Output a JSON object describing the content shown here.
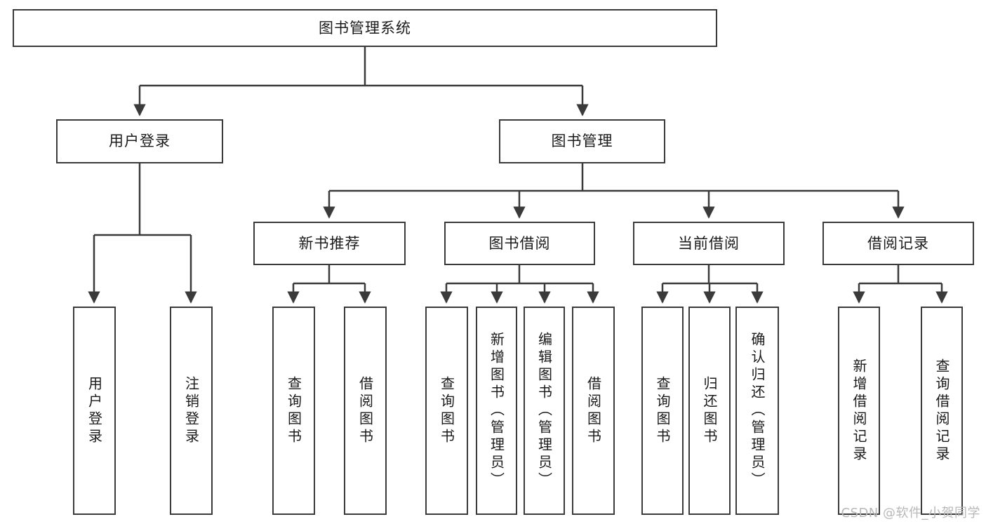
{
  "diagram": {
    "type": "hierarchy-tree",
    "title": "图书管理系统",
    "watermark": "CSDN @软件_小贺同学",
    "colors": {
      "background": "#ffffff",
      "stroke": "#3a3a3a",
      "text": "#1a1a1a",
      "watermark": "#b8b8b8"
    },
    "root": {
      "label": "图书管理系统"
    },
    "level2": [
      {
        "label": "用户登录"
      },
      {
        "label": "图书管理"
      }
    ],
    "level3": [
      {
        "label": "新书推荐"
      },
      {
        "label": "图书借阅"
      },
      {
        "label": "当前借阅"
      },
      {
        "label": "借阅记录"
      }
    ],
    "leaves": {
      "user_login": [
        {
          "label": "用户登录"
        },
        {
          "label": "注销登录"
        }
      ],
      "new_book_recommend": [
        {
          "label": "查询图书"
        },
        {
          "label": "借阅图书"
        }
      ],
      "book_borrow": [
        {
          "label": "查询图书"
        },
        {
          "label": "新增图书（管理员）"
        },
        {
          "label": "编辑图书（管理员）"
        },
        {
          "label": "借阅图书"
        }
      ],
      "current_borrow": [
        {
          "label": "查询图书"
        },
        {
          "label": "归还图书"
        },
        {
          "label": "确认归还（管理员）"
        }
      ],
      "borrow_record": [
        {
          "label": "新增借阅记录"
        },
        {
          "label": "查询借阅记录"
        }
      ]
    }
  }
}
